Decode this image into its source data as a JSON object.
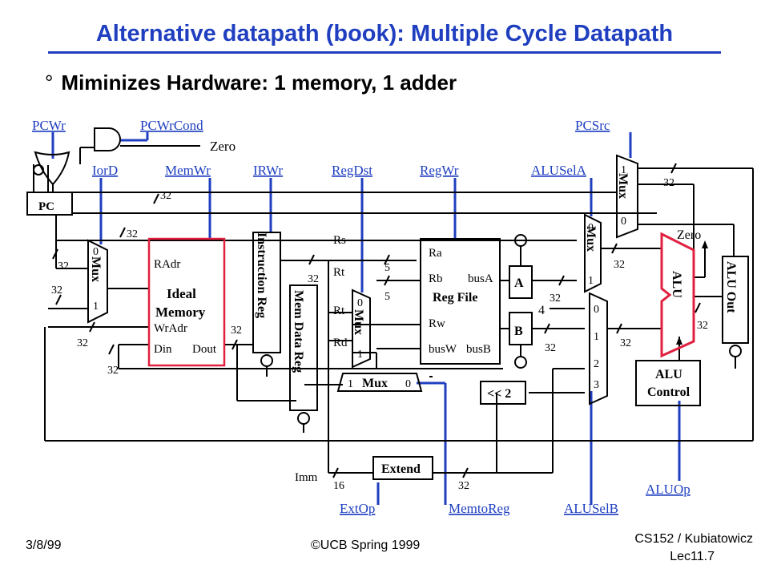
{
  "title": "Alternative datapath (book): Multiple Cycle Datapath",
  "bullet": {
    "symbol": "°",
    "text": "Miminizes Hardware: 1 memory, 1 adder"
  },
  "controls": {
    "pcwr": "PCWr",
    "pcwrcond": "PCWrCond",
    "zero_top": "Zero",
    "pcsrc": "PCSrc",
    "iord": "IorD",
    "memwr": "MemWr",
    "irwr": "IRWr",
    "regdst": "RegDst",
    "regwr": "RegWr",
    "aluselA": "ALUSelA",
    "extop": "ExtOp",
    "memtoreg": "MemtoReg",
    "aluselB": "ALUSelB",
    "aluop": "ALUOp"
  },
  "blocks": {
    "pc": "PC",
    "mem_title1": "Ideal",
    "mem_title2": "Memory",
    "mem_radr": "RAdr",
    "mem_wradr": "WrAdr",
    "mem_din": "Din",
    "mem_dout": "Dout",
    "instr_reg": "Instruction Reg",
    "mem_data_reg": "Mem Data Reg",
    "reg_file": "Reg File",
    "rf_ra": "Ra",
    "rf_rb": "Rb",
    "rf_busA": "busA",
    "rf_rw": "Rw",
    "rf_busW": "busW",
    "rf_busB": "busB",
    "reg_a": "A",
    "reg_b": "B",
    "shift": "<< 2",
    "extend": "Extend",
    "alu": "ALU",
    "alu_zero": "Zero",
    "alu_out": "ALU Out",
    "alu_control1": "ALU",
    "alu_control2": "Control",
    "mux": "Mux"
  },
  "labels": {
    "rs": "Rs",
    "rt1": "Rt",
    "rt2": "Rt",
    "rd": "Rd",
    "imm": "Imm",
    "four": "4",
    "w32": "32",
    "w16": "16",
    "w5": "5",
    "s0": "0",
    "s1": "1",
    "s2": "2",
    "s3": "3"
  },
  "footer": {
    "date": "3/8/99",
    "copyright": "©UCB Spring 1999",
    "course": "CS152 / Kubiatowicz",
    "lecture": "Lec11.7"
  },
  "colors": {
    "title": "#1f3fc0",
    "control_wire": "#1f3fc0",
    "memory_border": "#e0203f",
    "alu_border": "#e0203f",
    "wire": "#000000"
  }
}
